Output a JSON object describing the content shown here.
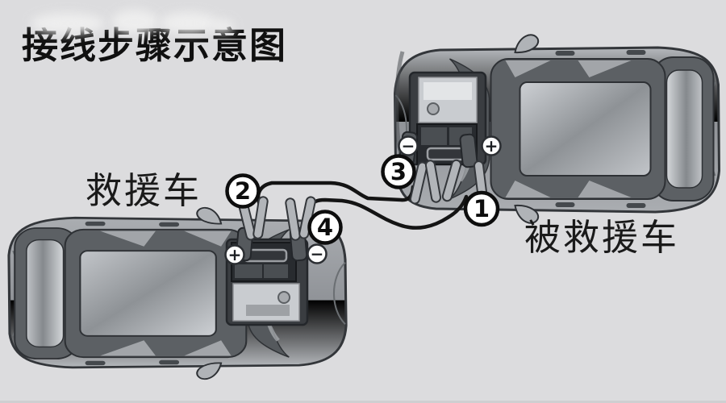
{
  "title": "接线步骤示意图",
  "cars": {
    "rescue": {
      "label": "救援车",
      "positive_sign": "+",
      "negative_sign": "−"
    },
    "rescued": {
      "label": "被救援车",
      "positive_sign": "+",
      "negative_sign": "−"
    }
  },
  "steps": [
    {
      "number": "1",
      "car": "被救援车",
      "terminal": "positive"
    },
    {
      "number": "2",
      "car": "救援车",
      "terminal": "positive"
    },
    {
      "number": "3",
      "car": "被救援车",
      "terminal": "negative"
    },
    {
      "number": "4",
      "car": "救援车",
      "terminal": "negative"
    }
  ],
  "colors": {
    "background": "#dcdcde",
    "car_body": "#a4a7ab",
    "dark_frame": "#5c6064",
    "engine_bay": "#3a3d41",
    "battery": "#282b2f",
    "glass": "#c6c9cd",
    "cable": "#141414",
    "badge_ring": "#0d0d0d",
    "terminal_fill": "#fdfdfd"
  }
}
